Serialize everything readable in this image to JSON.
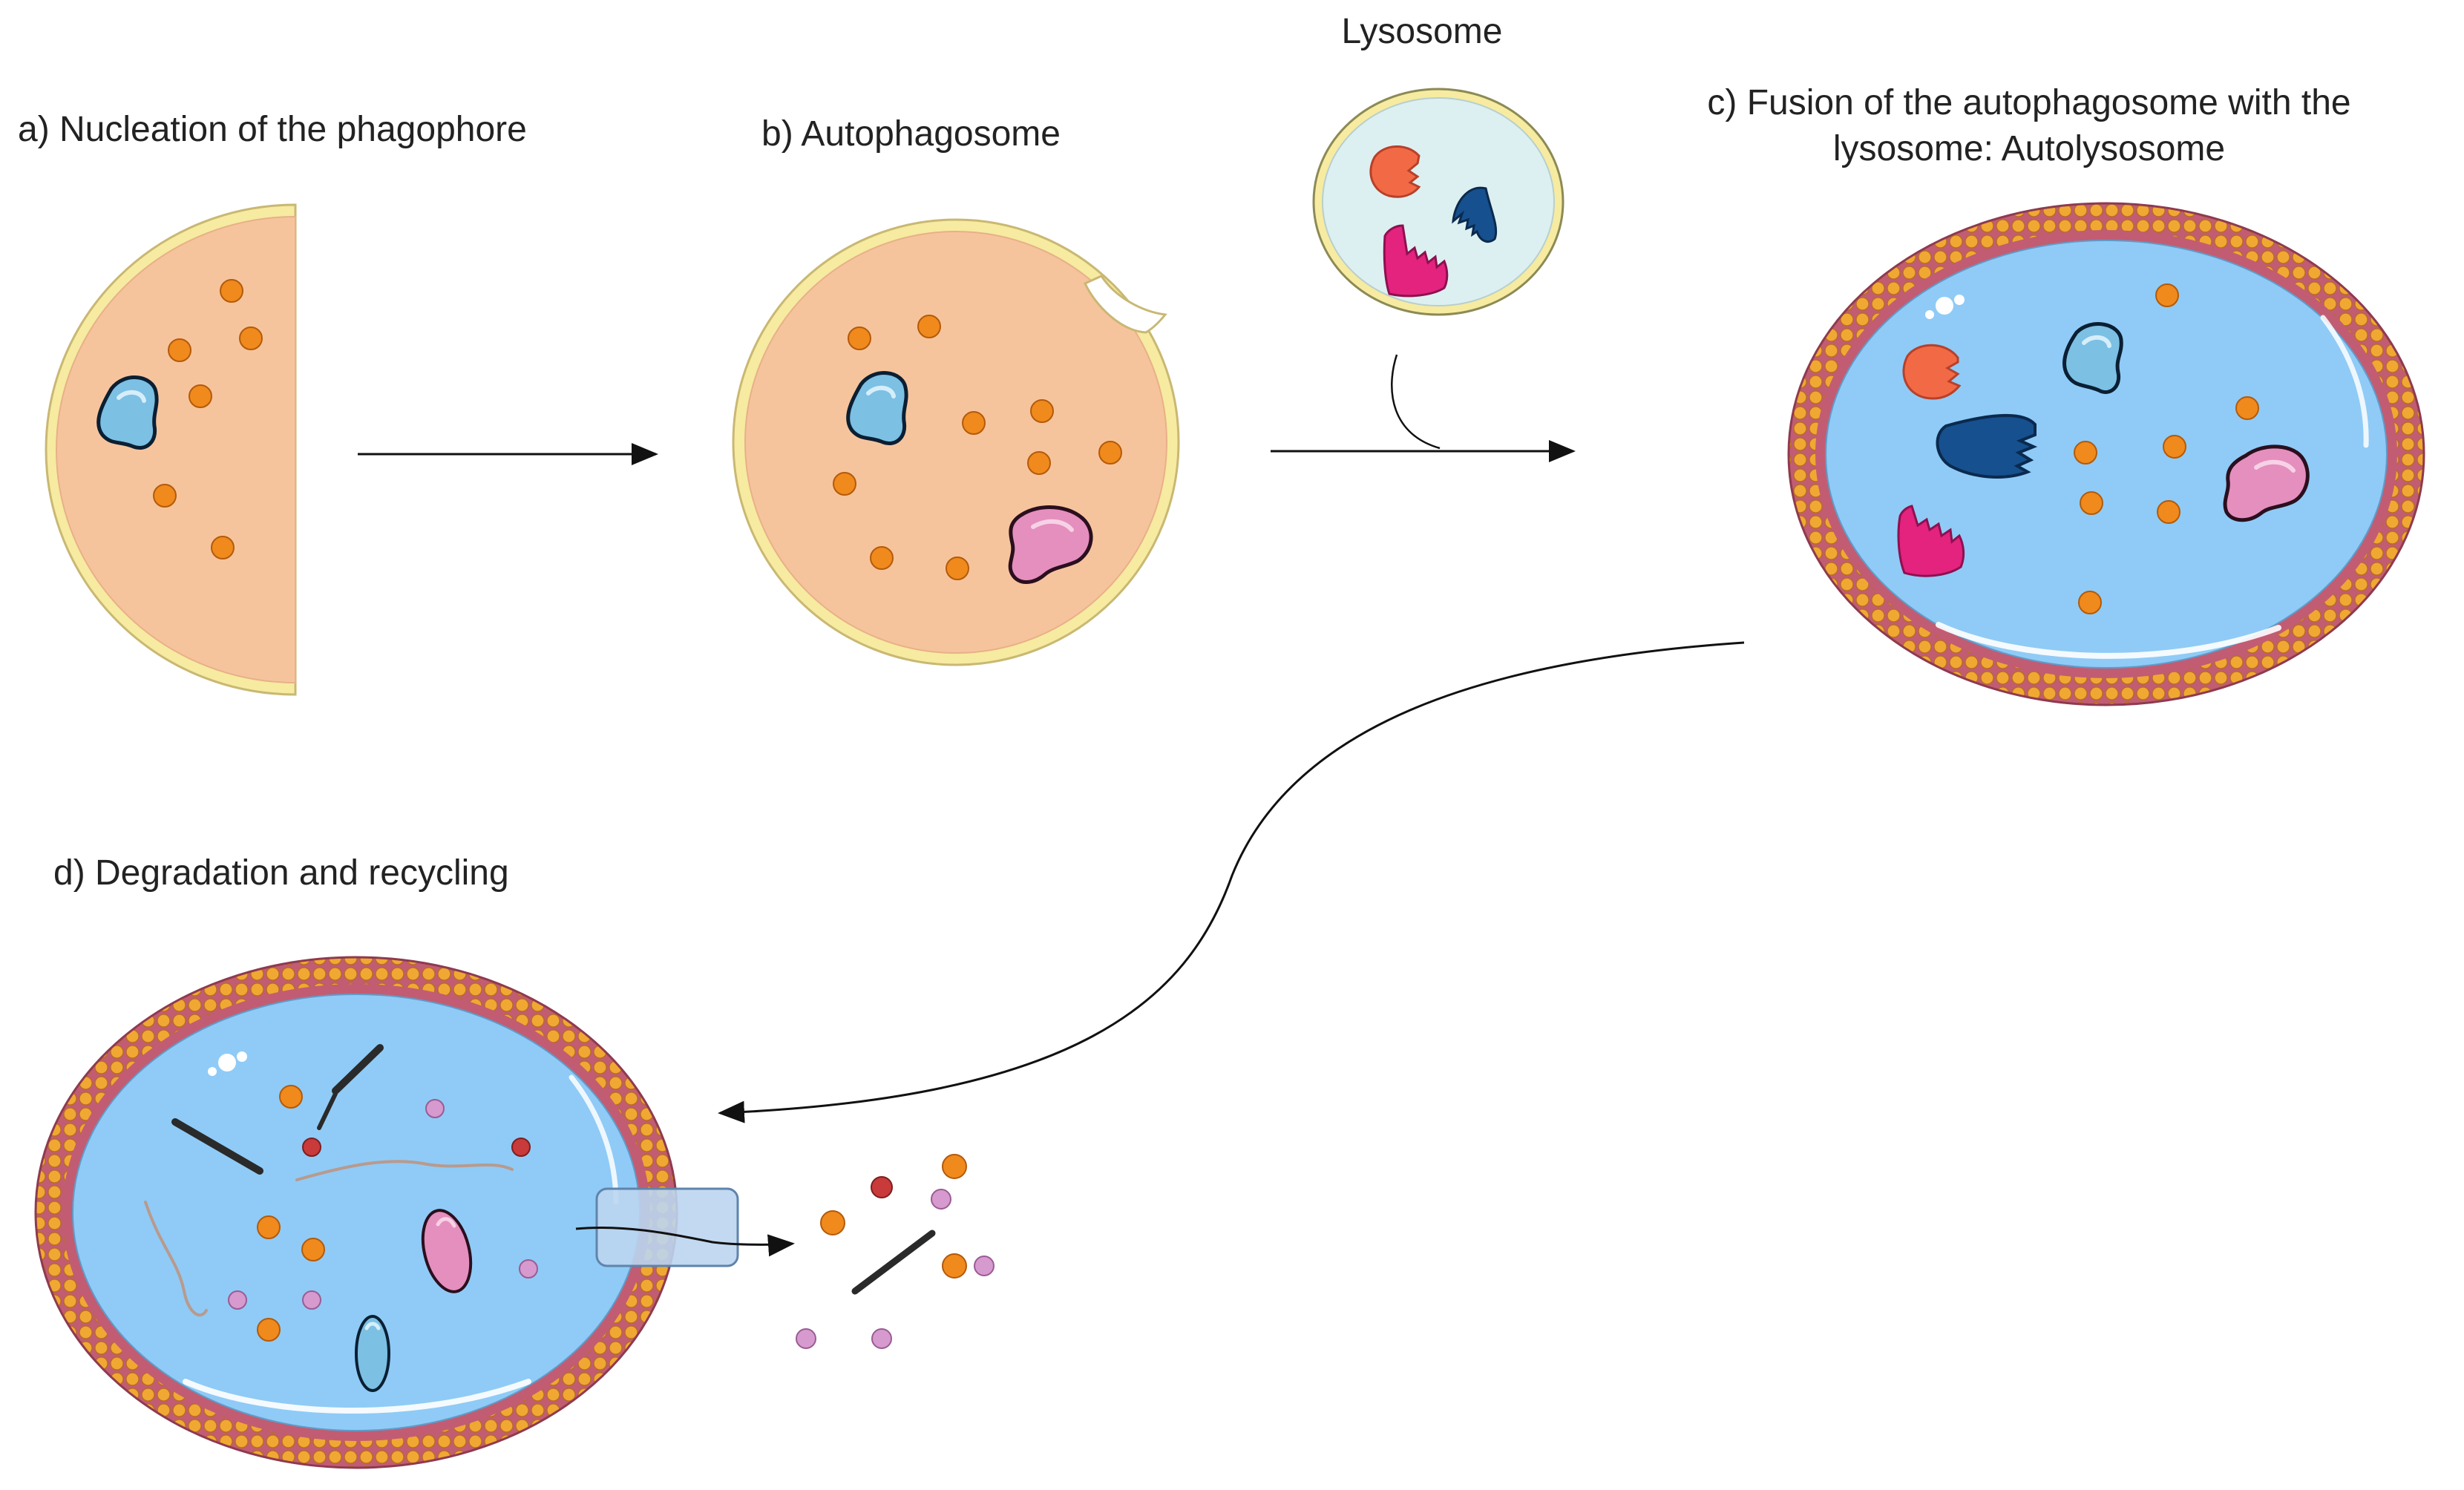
{
  "labels": {
    "a": "a) Nucleation of the phagophore",
    "b": "b) Autophagosome",
    "lysosome": "Lysosome",
    "c_line1": "c) Fusion of the autophagosome with the",
    "c_line2": "lysosome: Autolysosome",
    "d": "d) Degradation and recycling"
  },
  "icons": [
    "phagophore-membrane-icon",
    "autophagosome-icon",
    "lysosome-icon",
    "autolysosome-icon",
    "degradation-vesicle-icon",
    "hydrolase-enzyme-icon",
    "organelle-cargo-icon",
    "nutrient-particle-icon",
    "transporter-icon"
  ],
  "colors": {
    "cytoplasm": "#F6C49C",
    "phagophore_membrane": "#F6EBA0",
    "lysosome_lumen": "#DDF0F1",
    "autolysosome_lumen": "#8FCBF6",
    "bilayer_head": "#F0A832",
    "bilayer_band": "#C25C73",
    "enzyme_orange": "#F26A45",
    "enzyme_navy": "#16508E",
    "enzyme_magenta": "#E3237E",
    "cargo_blue": "#7CC0E4",
    "cargo_pink": "#E58FBE",
    "particle_orange": "#F08A1D",
    "particle_red": "#C93A3A",
    "particle_lilac": "#D69ACF"
  }
}
